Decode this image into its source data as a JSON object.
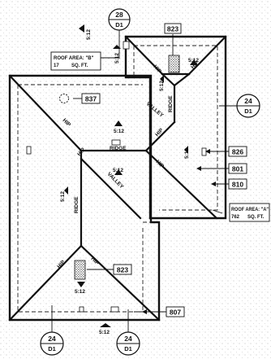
{
  "plan": {
    "roof_area_b": {
      "title": "ROOF AREA: \"B\"",
      "size": "17",
      "unit": "SQ. FT."
    },
    "roof_area_a": {
      "title": "ROOF AREA: \"A\"",
      "size": "762",
      "unit": "SQ. FT."
    },
    "slope": "5:12",
    "labels": {
      "hip": "HIP",
      "ridge": "RIDGE",
      "valley": "VALLEY"
    },
    "tags": {
      "t823": "823",
      "t837": "837",
      "t826": "826",
      "t801": "801",
      "t810": "810",
      "t807": "807"
    },
    "sections": {
      "top": {
        "num": "28",
        "sheet": "D1"
      },
      "right": {
        "num": "24",
        "sheet": "D1"
      },
      "bottom_left": {
        "num": "24",
        "sheet": "D1"
      },
      "bottom_right": {
        "num": "24",
        "sheet": "D1"
      }
    }
  }
}
